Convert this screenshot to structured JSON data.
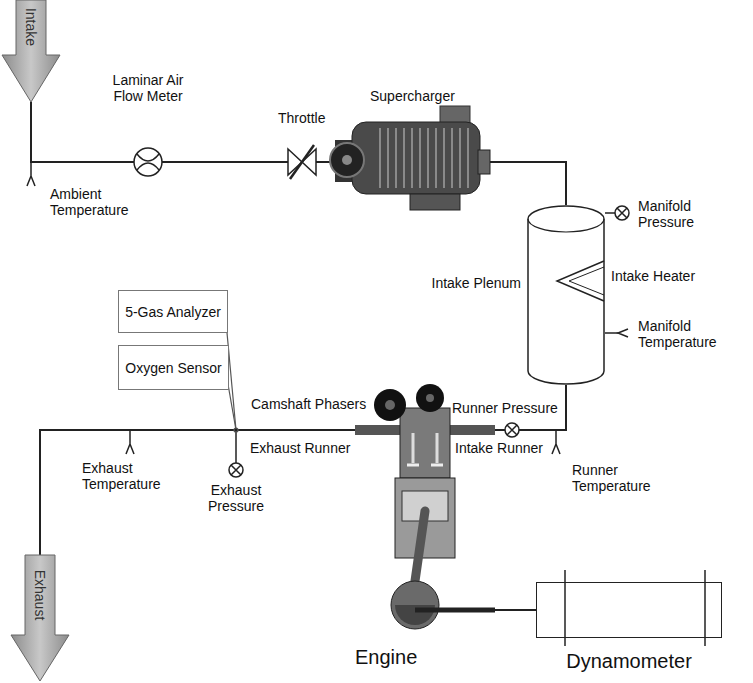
{
  "diagram": {
    "nodes": [
      {
        "text": [
          "Intake"
        ]
      },
      {
        "text": [
          "Intake Plenum"
        ]
      },
      {
        "text": [
          "5-Gas Analyzer"
        ]
      },
      {
        "text": [
          "Oxygen Sensor"
        ]
      },
      {
        "text": [
          "Engine"
        ]
      },
      {
        "text": [
          "Dynamometer"
        ]
      },
      {
        "text": [
          "Exhaust"
        ]
      }
    ],
    "edges": [
      {
        "from": 0,
        "to": 1,
        "arrow": "none"
      },
      {
        "from": 1,
        "to": 4,
        "arrow": "none"
      },
      {
        "from": 4,
        "to": 6,
        "arrow": "none"
      },
      {
        "from": 4,
        "to": 5,
        "arrow": "none"
      }
    ],
    "labels": [
      "Laminar Air Flow Meter",
      "Throttle",
      "Supercharger",
      "Ambient Temperature",
      "Manifold Pressure",
      "Intake Heater",
      "Manifold Temperature",
      "Camshaft Phasers",
      "Runner Pressure",
      "Exhaust Runner",
      "Intake Runner",
      "Runner Temperature",
      "Exhaust Temperature",
      "Exhaust Pressure"
    ]
  }
}
